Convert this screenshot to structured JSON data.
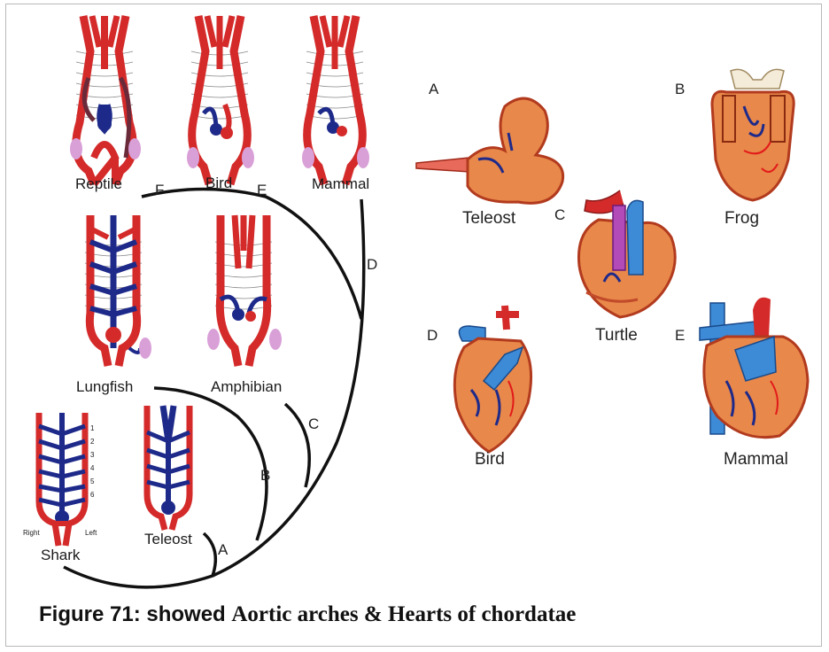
{
  "arches": {
    "reptile": "Reptile",
    "bird": "Bird",
    "mammal": "Mammal",
    "lungfish": "Lungfish",
    "amphibian": "Amphibian",
    "shark": "Shark",
    "teleost": "Teleost",
    "shark_right": "Right",
    "shark_left": "Left",
    "arch_numbers": [
      "1",
      "2",
      "3",
      "4",
      "5",
      "6"
    ]
  },
  "tree_letters": {
    "a": "A",
    "b": "B",
    "c": "C",
    "d": "D",
    "e": "E",
    "f": "F"
  },
  "hearts": {
    "teleost": {
      "letter": "A",
      "name": "Teleost"
    },
    "frog": {
      "letter": "B",
      "name": "Frog"
    },
    "turtle": {
      "letter": "C",
      "name": "Turtle"
    },
    "bird": {
      "letter": "D",
      "name": "Bird"
    },
    "mammal": {
      "letter": "E",
      "name": "Mammal"
    }
  },
  "caption": {
    "prefix": "Figure 71: showed ",
    "title": "Aortic arches  & Hearts of chordatae"
  },
  "colors": {
    "artery": "#d42a2a",
    "vein": "#1e2a8a",
    "heart": "#e8884a",
    "heart_dark": "#b23a1e",
    "pink": "#d9a0d8",
    "blue_vessel": "#3d8ad6"
  }
}
